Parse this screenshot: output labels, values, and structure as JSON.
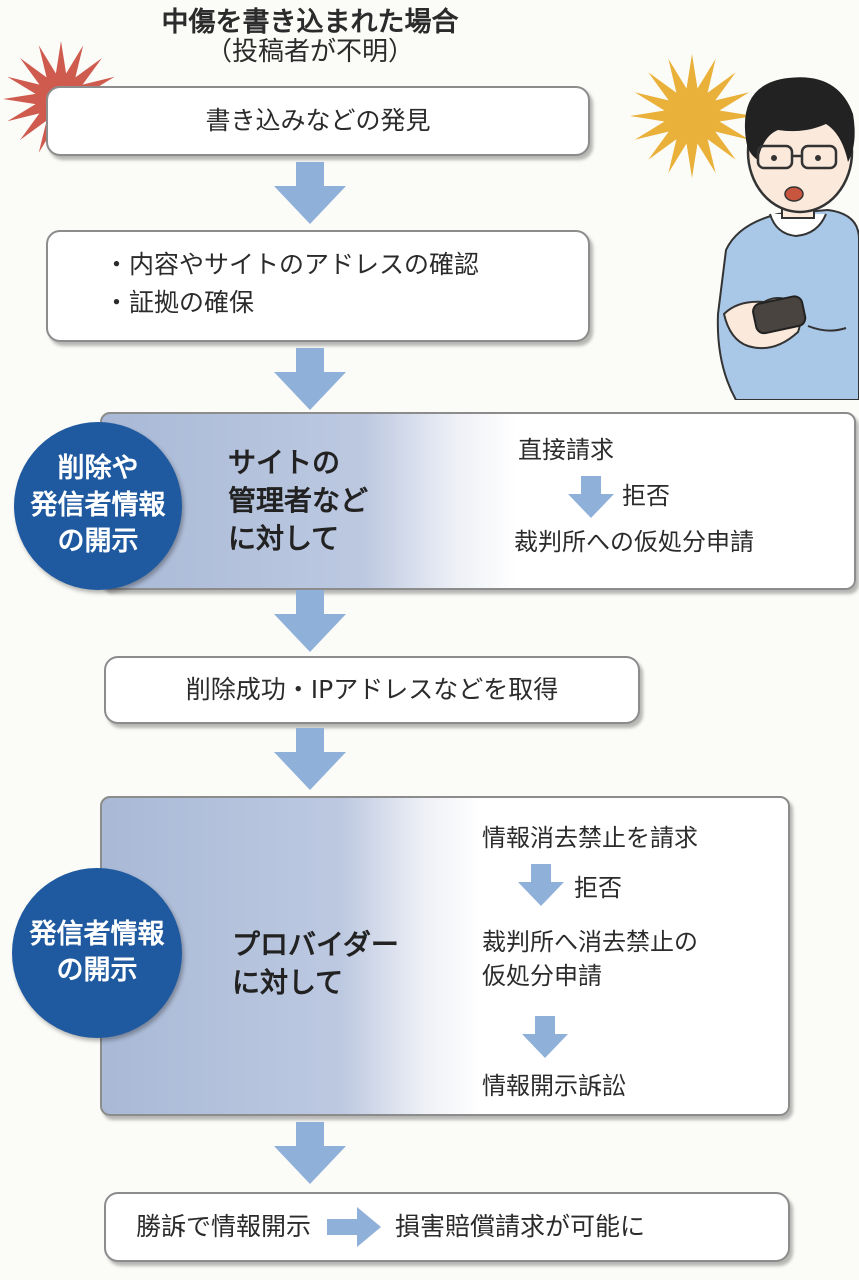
{
  "header": {
    "title": "中傷を書き込まれた場合",
    "subtitle": "（投稿者が不明）"
  },
  "colors": {
    "arrow": "#8fb0d9",
    "circle": "#1f5aa0",
    "burst_red": "#cf5b4f",
    "burst_yellow": "#e9b13a",
    "box_border": "#8c8c8c"
  },
  "step1": {
    "text": "書き込みなどの発見"
  },
  "step2": {
    "lines": [
      "・内容やサイトのアドレスの確認",
      "・証拠の確保"
    ]
  },
  "step3": {
    "badge": "削除や\n発信者情報\nの開示",
    "target": "サイトの\n管理者など\nに対して",
    "actions": {
      "request": "直接請求",
      "refused": "拒否",
      "petition": "裁判所への仮処分申請"
    }
  },
  "step4": {
    "text": "削除成功・IPアドレスなどを取得"
  },
  "step5": {
    "badge": "発信者情報\nの開示",
    "target": "プロバイダー\nに対して",
    "actions": {
      "request": "情報消去禁止を請求",
      "refused": "拒否",
      "petition": "裁判所へ消去禁止の\n仮処分申請",
      "lawsuit": "情報開示訴訟"
    }
  },
  "step6": {
    "left": "勝訴で情報開示",
    "right": "損害賠償請求が可能に"
  }
}
